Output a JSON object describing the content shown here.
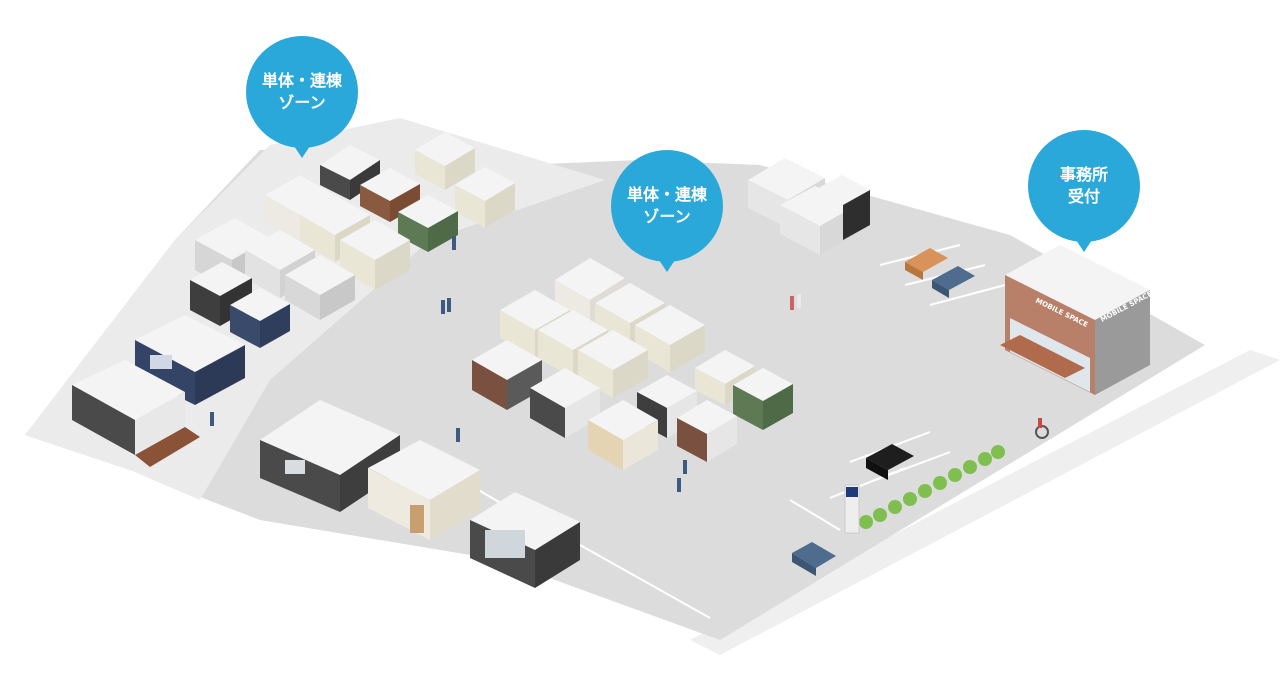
{
  "colors": {
    "bubble": "#2aa8d9",
    "ground": "#dcdcdc",
    "zone": "#ebebeb",
    "sidewalk": "#efefef",
    "hedge": "#7fbf4f",
    "roof": "#f4f4f4"
  },
  "bubbles": [
    {
      "id": "zone-single-connected-1",
      "lines": [
        "単体・連棟",
        "ゾーン"
      ]
    },
    {
      "id": "zone-single-connected-2",
      "lines": [
        "単体・連棟",
        "ゾーン"
      ]
    },
    {
      "id": "office-reception",
      "lines": [
        "事務所",
        "受付"
      ]
    }
  ],
  "office": {
    "sign_left": "MOBILE SPACE",
    "sign_right": "MOBILE SPACE"
  }
}
